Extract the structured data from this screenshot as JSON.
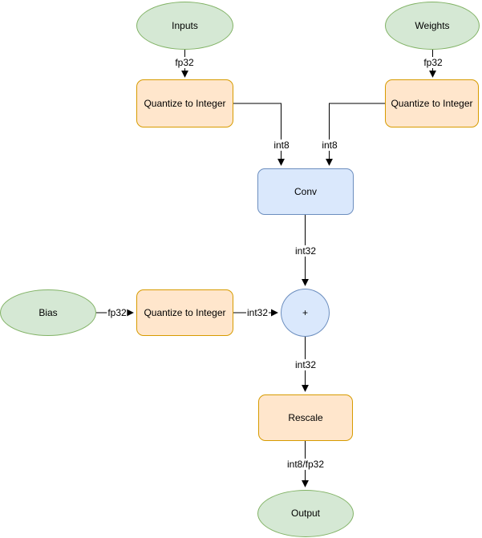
{
  "diagram": {
    "type": "flowchart",
    "description_visible": false,
    "nodes": {
      "inputs": {
        "label": "Inputs",
        "shape": "ellipse",
        "role": "terminal"
      },
      "weights": {
        "label": "Weights",
        "shape": "ellipse",
        "role": "terminal"
      },
      "quantize_inputs": {
        "label": "Quantize to Integer",
        "shape": "rounded-rect",
        "role": "process"
      },
      "quantize_weights": {
        "label": "Quantize to Integer",
        "shape": "rounded-rect",
        "role": "process"
      },
      "conv": {
        "label": "Conv",
        "shape": "rounded-rect",
        "role": "operation"
      },
      "bias": {
        "label": "Bias",
        "shape": "ellipse",
        "role": "terminal"
      },
      "quantize_bias": {
        "label": "Quantize to Integer",
        "shape": "rounded-rect",
        "role": "process"
      },
      "add": {
        "label": "+",
        "shape": "circle",
        "role": "operation"
      },
      "rescale": {
        "label": "Rescale",
        "shape": "rounded-rect",
        "role": "process"
      },
      "output": {
        "label": "Output",
        "shape": "ellipse",
        "role": "terminal"
      }
    },
    "edges": {
      "inputs_to_quantize": {
        "from": "inputs",
        "to": "quantize_inputs",
        "label": "fp32"
      },
      "weights_to_quantize": {
        "from": "weights",
        "to": "quantize_weights",
        "label": "fp32"
      },
      "quantize_inputs_to_conv": {
        "from": "quantize_inputs",
        "to": "conv",
        "label": "int8"
      },
      "quantize_weights_to_conv": {
        "from": "quantize_weights",
        "to": "conv",
        "label": "int8"
      },
      "conv_to_add": {
        "from": "conv",
        "to": "add",
        "label": "int32"
      },
      "bias_to_quantize": {
        "from": "bias",
        "to": "quantize_bias",
        "label": "fp32"
      },
      "quantize_bias_to_add": {
        "from": "quantize_bias",
        "to": "add",
        "label": "int32"
      },
      "add_to_rescale": {
        "from": "add",
        "to": "rescale",
        "label": "int32"
      },
      "rescale_to_output": {
        "from": "rescale",
        "to": "output",
        "label": "int8/fp32"
      }
    }
  },
  "colors": {
    "terminal_fill": "#d5e8d4",
    "terminal_stroke": "#82b366",
    "process_fill": "#ffe6cc",
    "process_stroke": "#d79b00",
    "op_fill": "#dae8fc",
    "op_stroke": "#6c8ebf",
    "edge_color": "#000000",
    "background": "#ffffff",
    "text_color": "#000000"
  }
}
